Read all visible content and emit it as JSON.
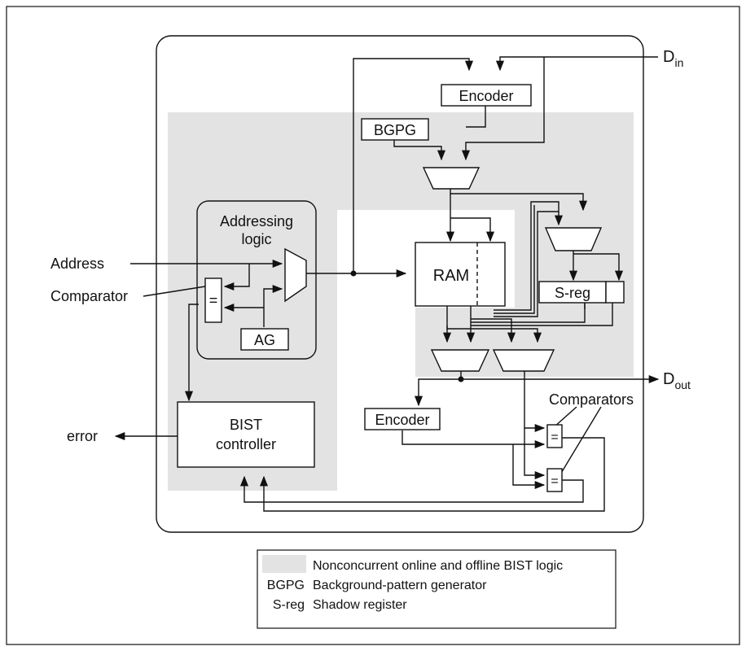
{
  "inputs": {
    "din_main": "D",
    "din_sub": "in",
    "address": "Address",
    "comparator": "Comparator",
    "error": "error"
  },
  "outputs": {
    "dout_main": "D",
    "dout_sub": "out"
  },
  "blocks": {
    "encoder_top": "Encoder",
    "bgpg": "BGPG",
    "addressing_logic_line1": "Addressing",
    "addressing_logic_line2": "logic",
    "ag": "AG",
    "ram": "RAM",
    "sreg": "S-reg",
    "encoder_bottom": "Encoder",
    "bist_line1": "BIST",
    "bist_line2": "controller",
    "comparators": "Comparators",
    "eq_symbol": "="
  },
  "legend": {
    "shade_desc": "Nonconcurrent online and offline BIST logic",
    "bgpg_abbr": "BGPG",
    "bgpg_desc": "Background-pattern generator",
    "sreg_abbr": "S-reg",
    "sreg_desc": "Shadow register"
  },
  "colors": {
    "shade": "#e3e3e3",
    "line": "#111111"
  }
}
